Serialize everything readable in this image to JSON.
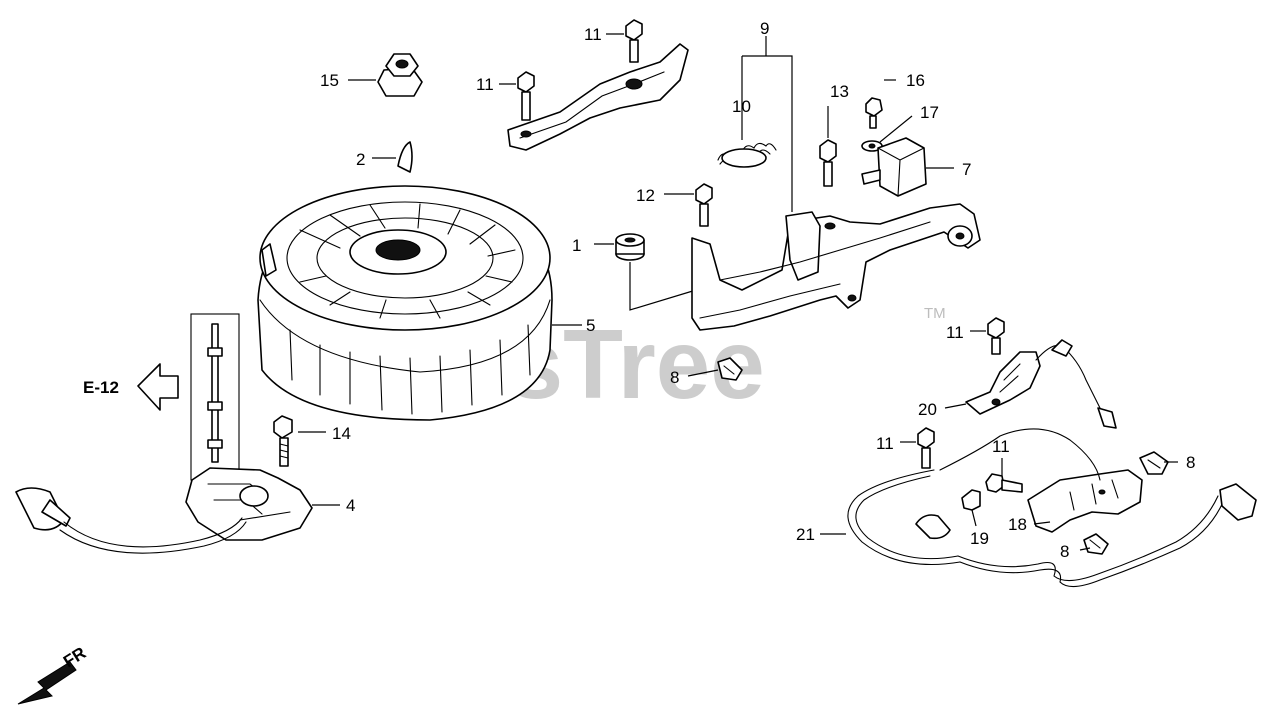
{
  "watermark": {
    "text": "PartsTree",
    "trademark": "TM"
  },
  "reference": {
    "label": "E-12"
  },
  "direction": {
    "label": "FR"
  },
  "callouts": {
    "c1": "1",
    "c2": "2",
    "c4": "4",
    "c5": "5",
    "c7": "7",
    "c8a": "8",
    "c8b": "8",
    "c8c": "8",
    "c9": "9",
    "c10": "10",
    "c11a": "11",
    "c11b": "11",
    "c11c": "11",
    "c11d": "11",
    "c11e": "11",
    "c12": "12",
    "c13": "13",
    "c14": "14",
    "c15": "15",
    "c16": "16",
    "c17": "17",
    "c18": "18",
    "c19": "19",
    "c20": "20",
    "c21": "21"
  },
  "colors": {
    "line": "#000000",
    "watermark": "#bdbdbd",
    "background": "#ffffff"
  }
}
